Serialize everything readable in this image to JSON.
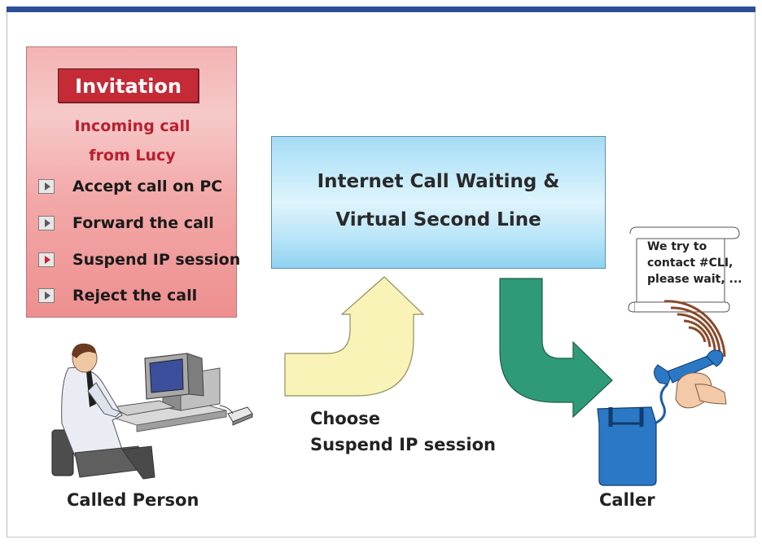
{
  "invitation": {
    "title": "Invitation",
    "subtitle_line1": "Incoming call",
    "subtitle_line2": "from Lucy",
    "options": [
      {
        "label": "Accept call on PC",
        "active": false
      },
      {
        "label": "Forward the call",
        "active": false
      },
      {
        "label": "Suspend IP session",
        "active": true
      },
      {
        "label": "Reject the call",
        "active": false
      }
    ]
  },
  "service": {
    "line1": "Internet Call  Waiting &",
    "line2": "Virtual Second Line"
  },
  "choose_caption": {
    "line1": "Choose",
    "line2": "Suspend IP session"
  },
  "called_person_label": "Called Person",
  "caller_label": "Caller",
  "scroll_message": {
    "line1": "We try to",
    "line2": "contact #CLI,",
    "line3": "please wait, ..."
  },
  "colors": {
    "top_bar": "#2c4e97",
    "invitation_panel": "#f3a9a9",
    "invitation_title_bg": "#c42b37",
    "invitation_subtitle": "#b8202f",
    "service_panel": "#c6ebfa",
    "up_arrow": "#f9f3b7",
    "down_arrow": "#2f9a78",
    "phone": "#2b78c6"
  },
  "icons": [
    "computer-user-icon",
    "telephone-icon",
    "sound-waves-icon",
    "message-scroll-icon",
    "play-arrow-icon"
  ]
}
